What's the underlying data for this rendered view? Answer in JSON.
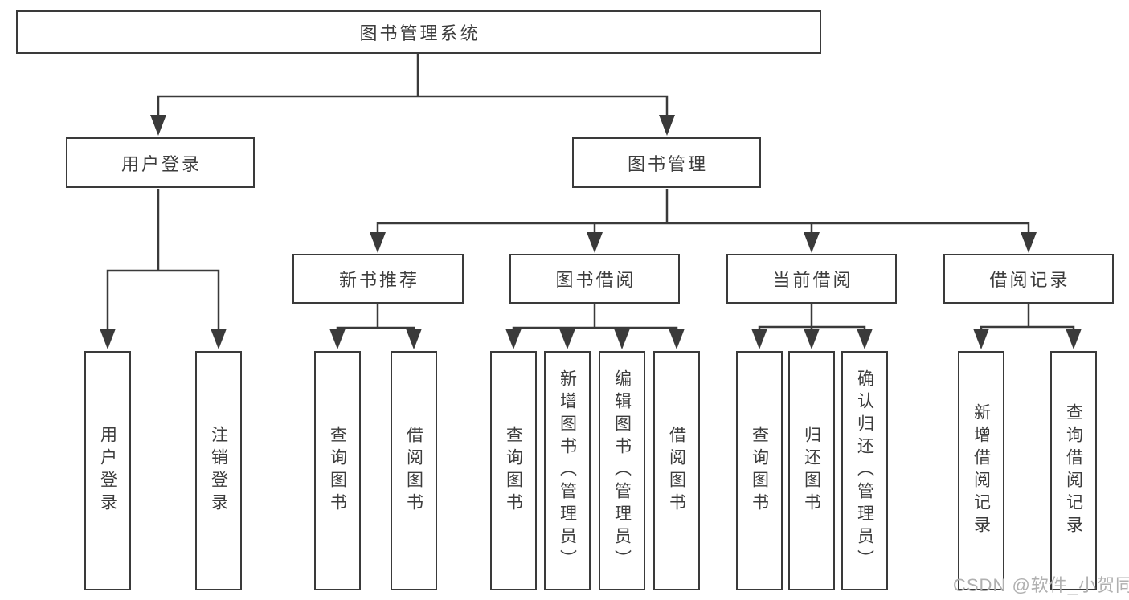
{
  "nodes": {
    "root": "图书管理系统",
    "user_login": "用户登录",
    "book_management": "图书管理",
    "new_book_recommend": "新书推荐",
    "book_borrowing": "图书借阅",
    "current_borrowing": "当前借阅",
    "borrowing_records": "借阅记录",
    "ul_user_login": "用户登录",
    "ul_logout": "注销登录",
    "nb_query_books": "查询图书",
    "nb_borrow_books": "借阅图书",
    "bb_query_books": "查询图书",
    "bb_add_books": "新增图书（管理员）",
    "bb_edit_books": "编辑图书（管理员）",
    "bb_borrow_books": "借阅图书",
    "cb_query_books": "查询图书",
    "cb_return_books": "归还图书",
    "cb_confirm_return": "确认归还（管理员）",
    "br_add_record": "新增借阅记录",
    "br_query_record": "查询借阅记录"
  },
  "watermark": "CSDN @软件_小贺同学",
  "colors": {
    "line": "#3a3a3a",
    "box_border": "#3a3a3a",
    "text": "#3d3d3d",
    "watermark": "#b0b0b0",
    "background": "#ffffff"
  }
}
